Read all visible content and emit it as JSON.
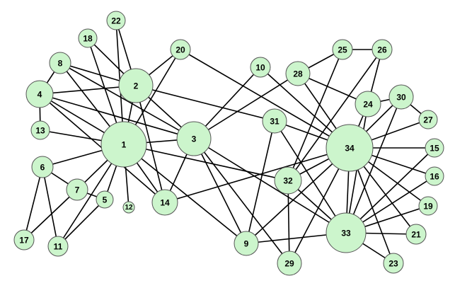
{
  "colors": {
    "node_fill": "#ccf5cc",
    "node_stroke": "#555555",
    "edge": "#000000"
  },
  "nodes": [
    {
      "id": "1",
      "label": "1",
      "degree": 16
    },
    {
      "id": "2",
      "label": "2",
      "degree": 9
    },
    {
      "id": "3",
      "label": "3",
      "degree": 10
    },
    {
      "id": "4",
      "label": "4",
      "degree": 6
    },
    {
      "id": "5",
      "label": "5",
      "degree": 3
    },
    {
      "id": "6",
      "label": "6",
      "degree": 4
    },
    {
      "id": "7",
      "label": "7",
      "degree": 4
    },
    {
      "id": "8",
      "label": "8",
      "degree": 4
    },
    {
      "id": "9",
      "label": "9",
      "degree": 5
    },
    {
      "id": "10",
      "label": "10",
      "degree": 2
    },
    {
      "id": "11",
      "label": "11",
      "degree": 3
    },
    {
      "id": "12",
      "label": "12",
      "degree": 1
    },
    {
      "id": "13",
      "label": "13",
      "degree": 2
    },
    {
      "id": "14",
      "label": "14",
      "degree": 5
    },
    {
      "id": "15",
      "label": "15",
      "degree": 2
    },
    {
      "id": "16",
      "label": "16",
      "degree": 2
    },
    {
      "id": "17",
      "label": "17",
      "degree": 2
    },
    {
      "id": "18",
      "label": "18",
      "degree": 2
    },
    {
      "id": "19",
      "label": "19",
      "degree": 2
    },
    {
      "id": "20",
      "label": "20",
      "degree": 3
    },
    {
      "id": "21",
      "label": "21",
      "degree": 2
    },
    {
      "id": "22",
      "label": "22",
      "degree": 2
    },
    {
      "id": "23",
      "label": "23",
      "degree": 2
    },
    {
      "id": "24",
      "label": "24",
      "degree": 5
    },
    {
      "id": "25",
      "label": "25",
      "degree": 3
    },
    {
      "id": "26",
      "label": "26",
      "degree": 3
    },
    {
      "id": "27",
      "label": "27",
      "degree": 2
    },
    {
      "id": "28",
      "label": "28",
      "degree": 4
    },
    {
      "id": "29",
      "label": "29",
      "degree": 3
    },
    {
      "id": "30",
      "label": "30",
      "degree": 4
    },
    {
      "id": "31",
      "label": "31",
      "degree": 4
    },
    {
      "id": "32",
      "label": "32",
      "degree": 6
    },
    {
      "id": "33",
      "label": "33",
      "degree": 12
    },
    {
      "id": "34",
      "label": "34",
      "degree": 17
    }
  ],
  "edges": [
    [
      "1",
      "2"
    ],
    [
      "1",
      "3"
    ],
    [
      "1",
      "4"
    ],
    [
      "1",
      "5"
    ],
    [
      "1",
      "6"
    ],
    [
      "1",
      "7"
    ],
    [
      "1",
      "8"
    ],
    [
      "1",
      "9"
    ],
    [
      "1",
      "11"
    ],
    [
      "1",
      "12"
    ],
    [
      "1",
      "13"
    ],
    [
      "1",
      "14"
    ],
    [
      "1",
      "18"
    ],
    [
      "1",
      "20"
    ],
    [
      "1",
      "22"
    ],
    [
      "1",
      "32"
    ],
    [
      "2",
      "3"
    ],
    [
      "2",
      "4"
    ],
    [
      "2",
      "8"
    ],
    [
      "2",
      "14"
    ],
    [
      "2",
      "18"
    ],
    [
      "2",
      "20"
    ],
    [
      "2",
      "22"
    ],
    [
      "2",
      "31"
    ],
    [
      "3",
      "4"
    ],
    [
      "3",
      "8"
    ],
    [
      "3",
      "9"
    ],
    [
      "3",
      "10"
    ],
    [
      "3",
      "14"
    ],
    [
      "3",
      "28"
    ],
    [
      "3",
      "29"
    ],
    [
      "3",
      "33"
    ],
    [
      "4",
      "8"
    ],
    [
      "4",
      "13"
    ],
    [
      "4",
      "14"
    ],
    [
      "5",
      "7"
    ],
    [
      "5",
      "11"
    ],
    [
      "6",
      "7"
    ],
    [
      "6",
      "11"
    ],
    [
      "6",
      "17"
    ],
    [
      "7",
      "17"
    ],
    [
      "9",
      "31"
    ],
    [
      "9",
      "33"
    ],
    [
      "9",
      "34"
    ],
    [
      "10",
      "34"
    ],
    [
      "14",
      "34"
    ],
    [
      "15",
      "33"
    ],
    [
      "15",
      "34"
    ],
    [
      "16",
      "33"
    ],
    [
      "16",
      "34"
    ],
    [
      "19",
      "33"
    ],
    [
      "19",
      "34"
    ],
    [
      "20",
      "34"
    ],
    [
      "21",
      "33"
    ],
    [
      "21",
      "34"
    ],
    [
      "23",
      "33"
    ],
    [
      "23",
      "34"
    ],
    [
      "24",
      "26"
    ],
    [
      "24",
      "28"
    ],
    [
      "24",
      "30"
    ],
    [
      "24",
      "33"
    ],
    [
      "24",
      "34"
    ],
    [
      "25",
      "26"
    ],
    [
      "25",
      "28"
    ],
    [
      "25",
      "32"
    ],
    [
      "26",
      "32"
    ],
    [
      "27",
      "30"
    ],
    [
      "27",
      "34"
    ],
    [
      "28",
      "34"
    ],
    [
      "29",
      "32"
    ],
    [
      "29",
      "34"
    ],
    [
      "30",
      "33"
    ],
    [
      "30",
      "34"
    ],
    [
      "31",
      "33"
    ],
    [
      "31",
      "34"
    ],
    [
      "32",
      "33"
    ],
    [
      "32",
      "34"
    ],
    [
      "33",
      "34"
    ]
  ]
}
